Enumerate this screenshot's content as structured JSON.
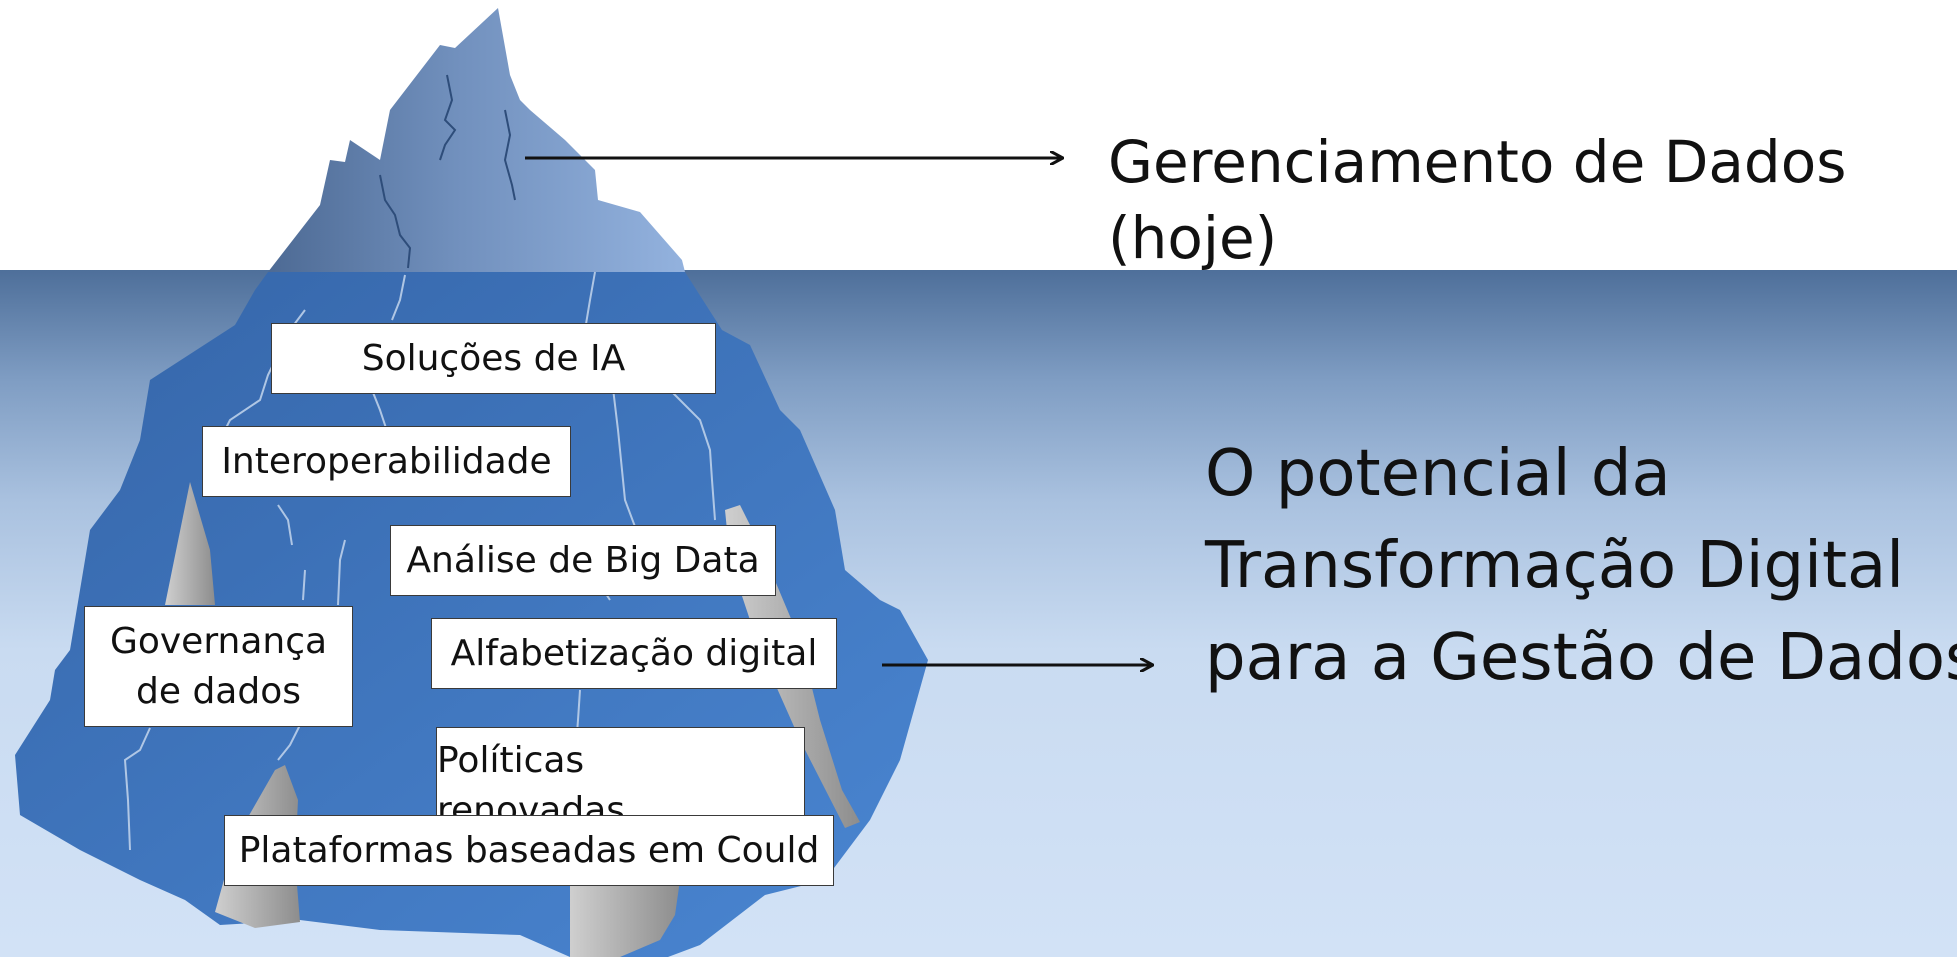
{
  "diagram": {
    "top_label": [
      "Gerenciamento de Dados",
      "(hoje)"
    ],
    "bottom_label": [
      "O potencial da",
      "Transformação Digital",
      "para a Gestão de Dados"
    ],
    "boxes": {
      "solucoes": "Soluções de IA",
      "interoperabilidade": "Interoperabilidade",
      "big_data": "Análise de Big Data",
      "governanca": [
        "Governança",
        "de dados"
      ],
      "alfabetizacao": "Alfabetização digital",
      "politicas": [
        "Políticas",
        "renovadas"
      ],
      "plataformas": "Plataformas baseadas em Could"
    }
  },
  "colors": {
    "sky": "#ffffff",
    "water_top": "#4e6f9a",
    "water_bottom": "#d2e2f6",
    "iceberg_tip": "#7f9fcb",
    "iceberg_underwater": "#3e74bd",
    "rock": "#a6a6a6",
    "arrow": "#111111"
  }
}
